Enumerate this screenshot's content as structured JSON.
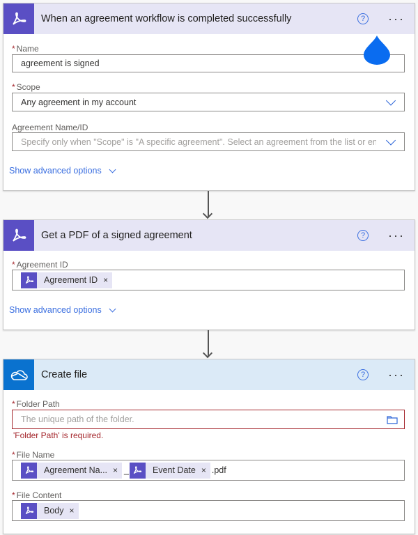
{
  "cards": [
    {
      "title": "When an agreement workflow is completed successfully",
      "icon": "adobe-sign-icon",
      "fields": {
        "name_label": "Name",
        "name_value": "agreement is signed",
        "scope_label": "Scope",
        "scope_value": "Any agreement in my account",
        "agreement_label": "Agreement Name/ID",
        "agreement_placeholder": "Specify only when \"Scope\" is \"A specific agreement\". Select an agreement from the list or enter th"
      },
      "advanced": "Show advanced options"
    },
    {
      "title": "Get a PDF of a signed agreement",
      "icon": "adobe-sign-icon",
      "fields": {
        "agreement_id_label": "Agreement ID",
        "agreement_id_token": "Agreement ID"
      },
      "advanced": "Show advanced options"
    },
    {
      "title": "Create file",
      "icon": "onedrive-icon",
      "fields": {
        "folder_label": "Folder Path",
        "folder_placeholder": "The unique path of the folder.",
        "folder_error": "'Folder Path' is required.",
        "filename_label": "File Name",
        "filename_token1": "Agreement Na...",
        "filename_sep": "_",
        "filename_token2": "Event Date",
        "filename_suffix": ".pdf",
        "content_label": "File Content",
        "content_token": "Body"
      }
    }
  ],
  "help": "?",
  "more": "···",
  "required_mark": "*",
  "token_remove": "×",
  "colors": {
    "adobe": "#5a4fc4",
    "onedrive": "#0a72cf",
    "link": "#3b6fe0",
    "error": "#a4262c"
  }
}
